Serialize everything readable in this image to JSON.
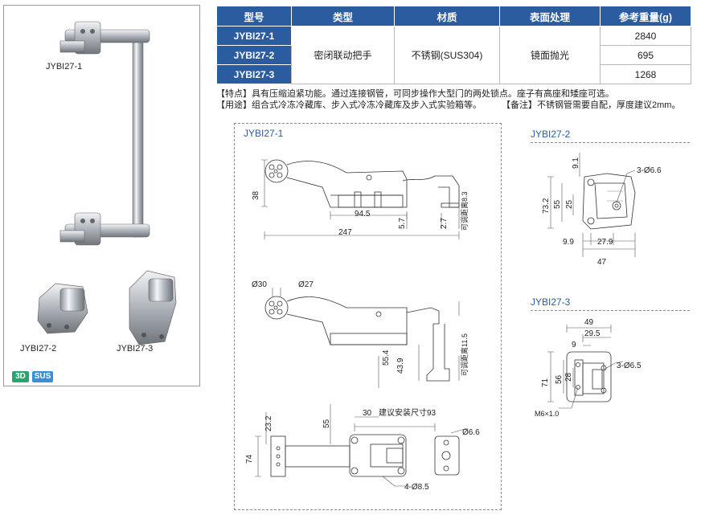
{
  "products": {
    "main_label": "JYBI27-1",
    "small_left_label": "JYBI27-2",
    "small_right_label": "JYBI27-3",
    "badge_3d": "3D",
    "badge_sus": "SUS"
  },
  "table": {
    "headers": [
      "型号",
      "类型",
      "材质",
      "表面处理",
      "参考重量(g)"
    ],
    "models": [
      "JYBI27-1",
      "JYBI27-2",
      "JYBI27-3"
    ],
    "type": "密闭联动把手",
    "material": "不锈钢(SUS304)",
    "finish": "镜面抛光",
    "weights": [
      "2840",
      "695",
      "1268"
    ]
  },
  "notes": {
    "feature": "【特点】具有压缩迫紧功能。通过连接钢管，可同步操作大型门的两处锁点。座子有高座和矮座可选。",
    "usage": "【用途】组合式冷冻冷藏库、步入式冷冻冷藏库及步入式实验箱等。",
    "remark": "【备注】不锈钢管需要自配，厚度建议2mm。"
  },
  "drawing1": {
    "title": "JYBI27-1",
    "dims": {
      "d38": "38",
      "d94_5": "94.5",
      "d247": "247",
      "d5_7": "5.7",
      "d2_7": "2.7",
      "adj8_3": "可调距离8.3",
      "o30": "Ø30",
      "o27": "Ø27",
      "d55_4": "55.4",
      "d43_9": "43.9",
      "adj11_5": "可调距离11.5",
      "d23_2": "23.2",
      "d55": "55",
      "d30": "30",
      "install": "建议安装尺寸93",
      "o6_6": "Ø6.6",
      "d74": "74",
      "holes": "4-Ø8.5"
    }
  },
  "drawing2": {
    "title": "JYBI27-2",
    "dims": {
      "d9_1": "9.1",
      "hole": "3-Ø6.6",
      "d73_2": "73.2",
      "d55": "55",
      "d25": "25",
      "d9_9": "9.9",
      "d27_9": "27.9",
      "d47": "47"
    }
  },
  "drawing3": {
    "title": "JYBI27-3",
    "dims": {
      "d49": "49",
      "d29_5": "29.5",
      "d9": "9",
      "d71": "71",
      "d56": "56",
      "d28": "28",
      "hole": "3-Ø6.5",
      "m6": "M6×1.0"
    }
  }
}
